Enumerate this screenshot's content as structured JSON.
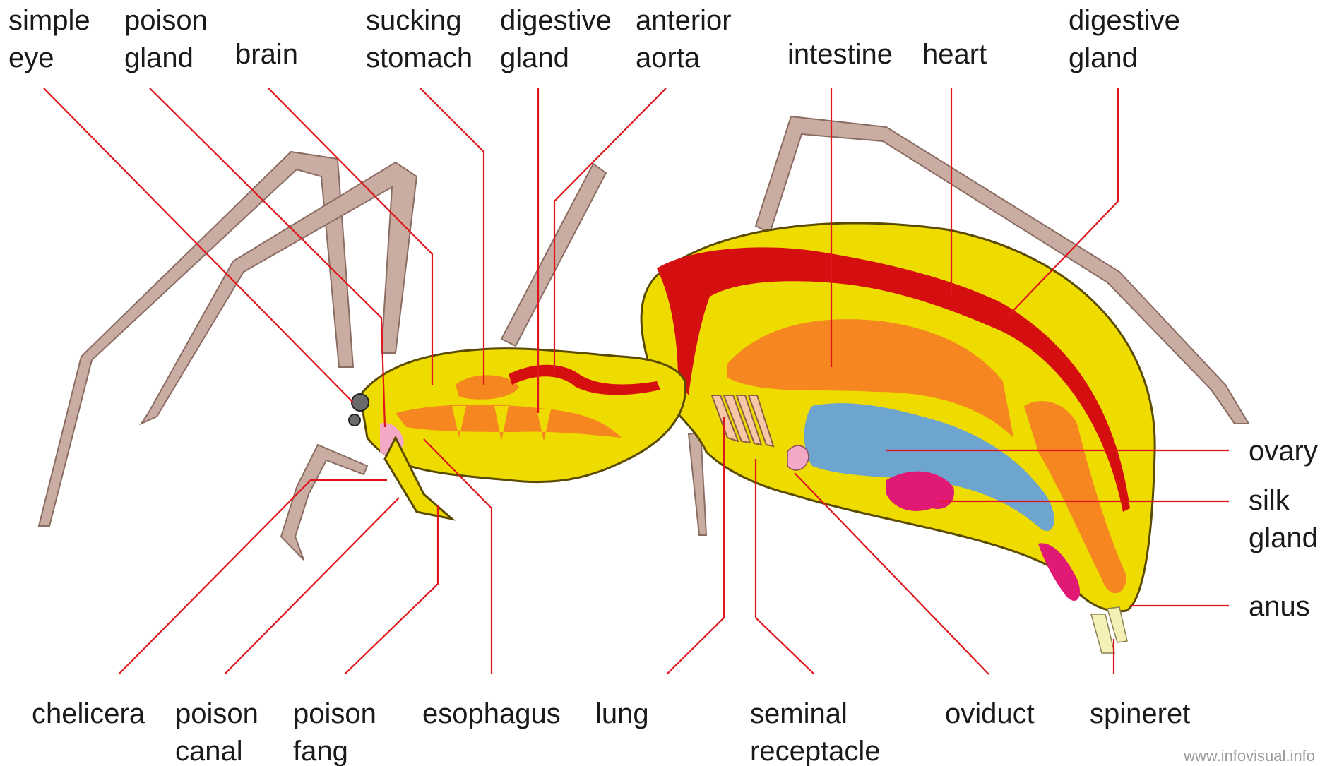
{
  "labels": {
    "simple_eye": [
      "simple",
      "eye"
    ],
    "poison_gland": [
      "poison",
      "gland"
    ],
    "brain": [
      "brain"
    ],
    "sucking_stomach": [
      "sucking",
      "stomach"
    ],
    "digestive_gland_front": [
      "digestive",
      "gland"
    ],
    "anterior_aorta": [
      "anterior",
      "aorta"
    ],
    "intestine": [
      "intestine"
    ],
    "heart": [
      "heart"
    ],
    "digestive_gland_back": [
      "digestive",
      "gland"
    ],
    "ovary": [
      "ovary"
    ],
    "silk_gland": [
      "silk",
      "gland"
    ],
    "anus": [
      "anus"
    ],
    "chelicera": [
      "chelicera"
    ],
    "poison_canal": [
      "poison",
      "canal"
    ],
    "poison_fang": [
      "poison",
      "fang"
    ],
    "esophagus": [
      "esophagus"
    ],
    "lung": [
      "lung"
    ],
    "seminal_receptacle": [
      "seminal",
      "receptacle"
    ],
    "oviduct": [
      "oviduct"
    ],
    "spineret": [
      "spineret"
    ]
  },
  "watermark": "www.infovisual.info",
  "colors": {
    "body_fill": "#eedb00",
    "body_outline": "#5a4a00",
    "heart_red": "#d50f0f",
    "digestive_orange": "#f6861f",
    "ovary_blue": "#6ea5cf",
    "silk_magenta": "#e01a74",
    "leg_brown": "#c9aca2",
    "leader_red": "#e0151b"
  }
}
